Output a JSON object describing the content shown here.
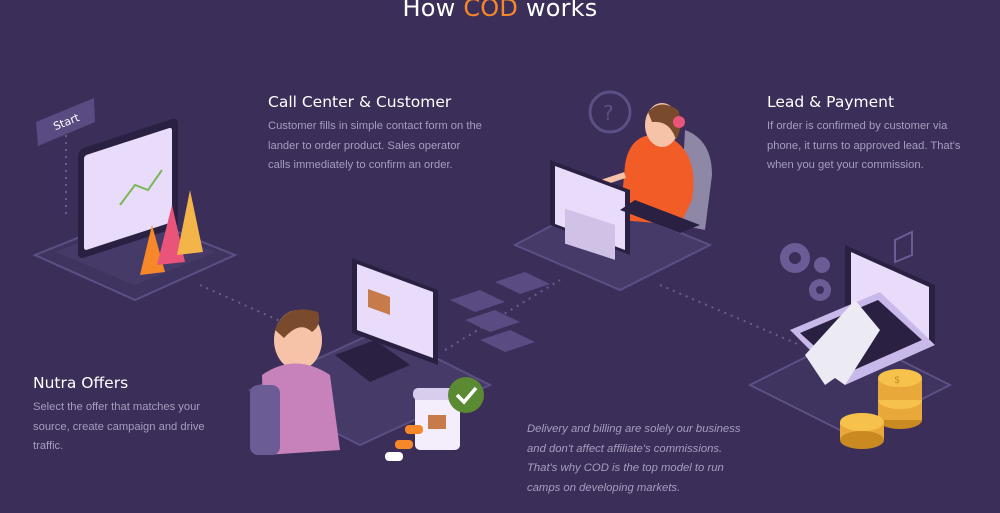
{
  "header": {
    "title_pre": "How ",
    "title_accent": "COD",
    "title_post": " works"
  },
  "steps": [
    {
      "title": "Call Center & Customer",
      "text": "Customer fills in simple contact form on the lander to order product. Sales operator calls immediately to confirm an order."
    },
    {
      "title": "Lead & Payment",
      "text": "If order is confirmed by customer via phone, it turns to approved lead. That's when you get your commission."
    },
    {
      "title": "Nutra Offers",
      "text": "Select the offer that matches your source, create campaign and drive traffic."
    }
  ],
  "note": "Delivery and billing are solely our business and don't affect affiliate's commissions. That's why COD is the top model to run camps on developing markets.",
  "illustration": {
    "start_label": "Start",
    "help_glyph": "?",
    "coin_glyph": "$"
  },
  "colors": {
    "background": "#3b2e58",
    "accent": "#f6882a",
    "text_muted": "#a79dc0",
    "platform": "#463a68",
    "platform_stroke": "#5c4f85",
    "check_green": "#5a8a32"
  }
}
